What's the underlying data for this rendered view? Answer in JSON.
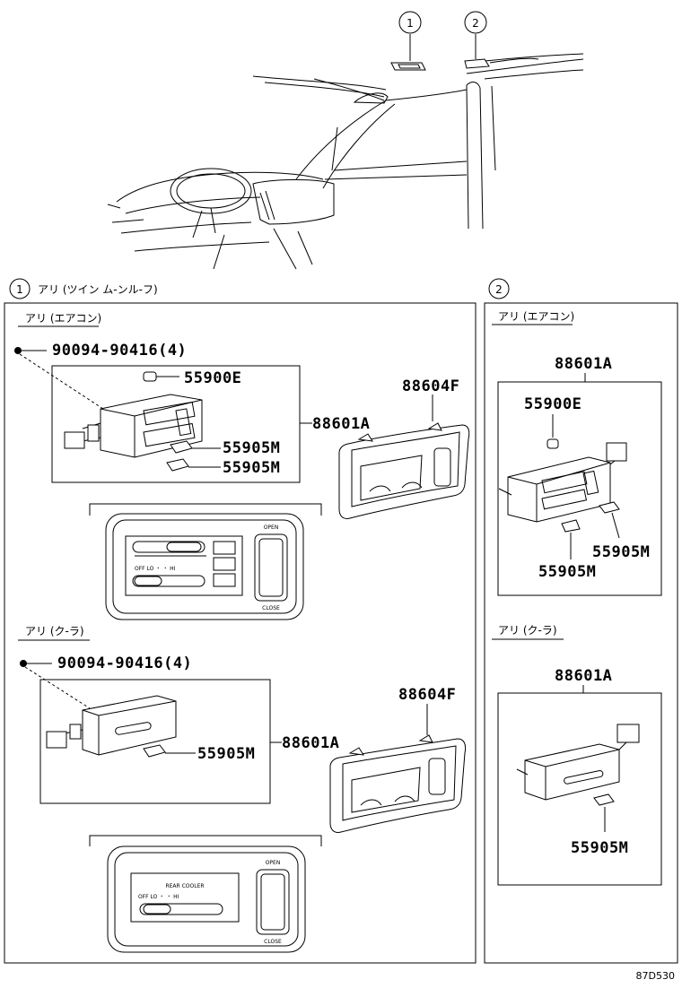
{
  "callouts": [
    "1",
    "2"
  ],
  "left_section": {
    "title": "アリ (ツイン  ム-ンル-フ)",
    "aircon": {
      "heading": "アリ (エアコン)",
      "screw": "90094-90416(4)",
      "parts": [
        "55900E",
        "88601A",
        "55905M",
        "55905M",
        "88604F"
      ],
      "panel_labels": {
        "open": "OPEN",
        "close": "CLOSE",
        "scale": "OFF  LO  ・  ・  HI"
      }
    },
    "cooler": {
      "heading": "アリ (ク-ラ)",
      "screw": "90094-90416(4)",
      "parts": [
        "55905M",
        "88601A",
        "88604F"
      ],
      "panel_labels": {
        "open": "OPEN",
        "close": "CLOSE",
        "title": "REAR  COOLER",
        "scale": "OFF  LO  ・  ・  HI"
      }
    }
  },
  "right_section": {
    "aircon": {
      "heading": "アリ (エアコン)",
      "parts": [
        "88601A",
        "55900E",
        "55905M",
        "55905M"
      ]
    },
    "cooler": {
      "heading": "アリ (ク-ラ)",
      "parts": [
        "88601A",
        "55905M"
      ]
    }
  },
  "figure_code": "87D530"
}
